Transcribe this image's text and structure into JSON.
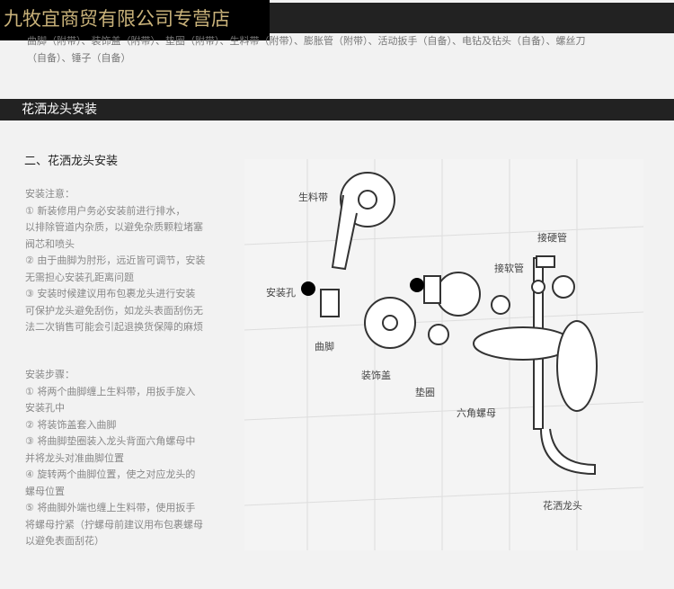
{
  "store": {
    "name": "九牧宜商贸有限公司专营店"
  },
  "parts_list": [
    "曲脚（附带）、装饰盖（附带）、垫圈（附带）、生料带（附带）、膨胀管（附带）、活动扳手（自备）、电钻及钻头（自备）、螺丝刀",
    "（自备）、锤子（自备）"
  ],
  "section": {
    "title": "花洒龙头安装"
  },
  "heading": "二、花洒龙头安装",
  "notes": {
    "title": "安装注意：",
    "lines": [
      "① 新装修用户务必安装前进行排水，",
      "以排除管道内杂质，以避免杂质颗粒堵塞",
      "阀芯和喷头",
      "② 由于曲脚为肘形，远近皆可调节，安装",
      "无需担心安装孔距离问题",
      "③ 安装时候建议用布包裹龙头进行安装",
      "可保护龙头避免刮伤，如龙头表面刮伤无",
      "法二次销售可能会引起退换货保障的麻烦"
    ]
  },
  "steps": {
    "title": "安装步骤：",
    "lines": [
      "① 将两个曲脚缠上生料带，用扳手旋入",
      "安装孔中",
      "② 将装饰盖套入曲脚",
      "③ 将曲脚垫圈装入龙头背面六角螺母中",
      "并将龙头对准曲脚位置",
      "④ 旋转两个曲脚位置，使之对应龙头的",
      "螺母位置",
      "⑤ 将曲脚外端也缠上生料带，使用扳手",
      "将螺母拧紧（拧螺母前建议用布包裹螺母",
      "以避免表面刮花）"
    ]
  },
  "diagram": {
    "labels": {
      "tape": "生料带",
      "hole": "安装孔",
      "elbow": "曲脚",
      "cover": "装饰盖",
      "washer": "垫圈",
      "nut": "六角螺母",
      "hard_pipe": "接硬管",
      "soft_pipe": "接软管",
      "faucet": "花洒龙头"
    }
  }
}
